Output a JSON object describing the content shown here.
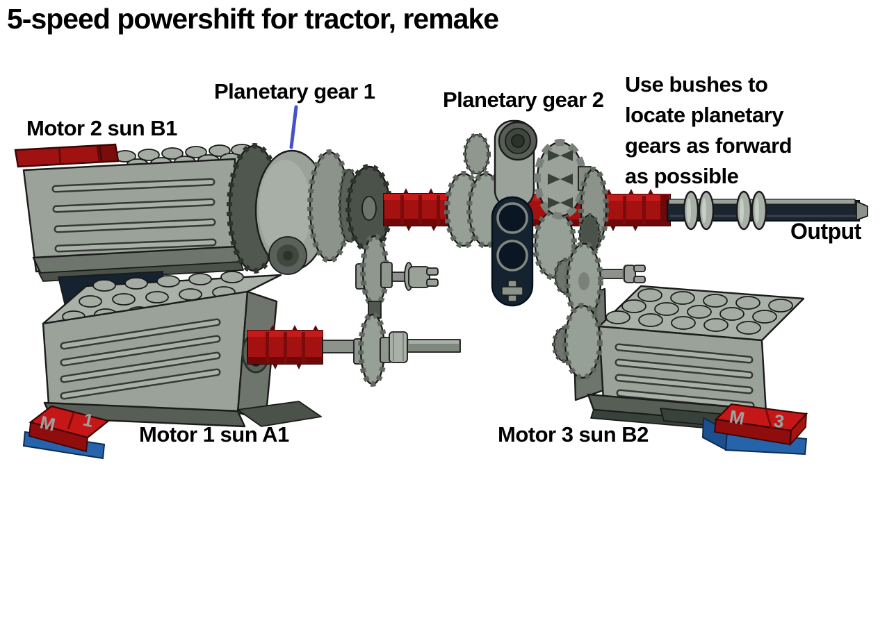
{
  "title": "5-speed powershift for tractor, remake",
  "labels": {
    "motor2_sun": "Motor 2 sun B1",
    "planetary_gear_1": "Planetary gear 1",
    "planetary_gear_2": "Planetary gear 2",
    "output": "Output",
    "motor1_sun": "Motor 1 sun A1",
    "motor3_sun": "Motor 3 sun B2",
    "note_lines": [
      "Use bushes to",
      "locate planetary",
      "gears as forward",
      "as possible"
    ]
  },
  "tiles": {
    "m1_letter": "M",
    "m1_digit": "1",
    "m3_letter": "M",
    "m3_digit": "3"
  },
  "colors": {
    "background": "#ffffff",
    "label_text": "#000000",
    "annotation_line_blue": "#4553cb",
    "lego_light_gray": "#9aa29a",
    "lego_dark_gray": "#565e56",
    "axle_red": "#a31111",
    "tile_red": "#c51717",
    "plate_blue": "#2563ab",
    "beam_navy": "#152230",
    "output_axle_dark": "#1b2530"
  }
}
